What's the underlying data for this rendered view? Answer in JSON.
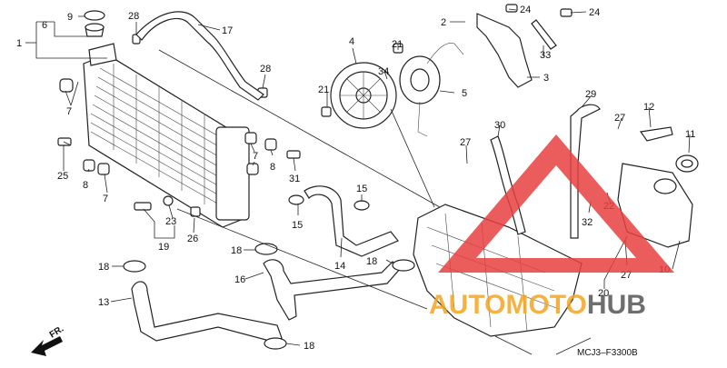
{
  "diagram": {
    "callouts": [
      "1",
      "2",
      "3",
      "4",
      "5",
      "6",
      "7",
      "8",
      "9",
      "10",
      "11",
      "12",
      "13",
      "14",
      "15",
      "16",
      "17",
      "18",
      "19",
      "20",
      "21",
      "22",
      "23",
      "24",
      "25",
      "26",
      "27",
      "28",
      "29",
      "30",
      "31",
      "32",
      "33",
      "34"
    ],
    "direction_label": "FR.",
    "diagram_code": "MCJ3–F3300B"
  },
  "watermark": {
    "text_a": "AUTO",
    "text_b": "MOTO",
    "text_c": "HUB",
    "color_orange": "#f5a51f",
    "color_gray": "#555555",
    "color_red": "#e84040"
  }
}
